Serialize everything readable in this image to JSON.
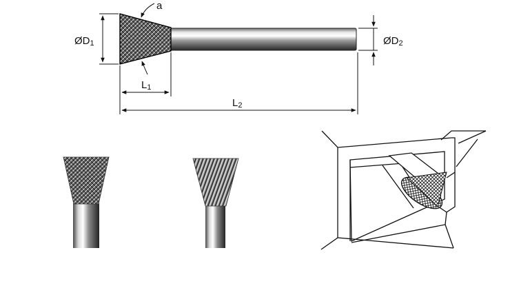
{
  "dimensions": {
    "angle": "a",
    "head_diameter": {
      "prefix": "Ø",
      "letter": "D",
      "sub": "1"
    },
    "shank_diameter": {
      "prefix": "Ø",
      "letter": "D",
      "sub": "2"
    },
    "head_length": {
      "letter": "L",
      "sub": "1"
    },
    "total_length": {
      "letter": "L",
      "sub": "2"
    }
  },
  "colors": {
    "ink": "#111111",
    "shank_light": "#f4f4f4",
    "shank_dark": "#3a3a3a"
  }
}
